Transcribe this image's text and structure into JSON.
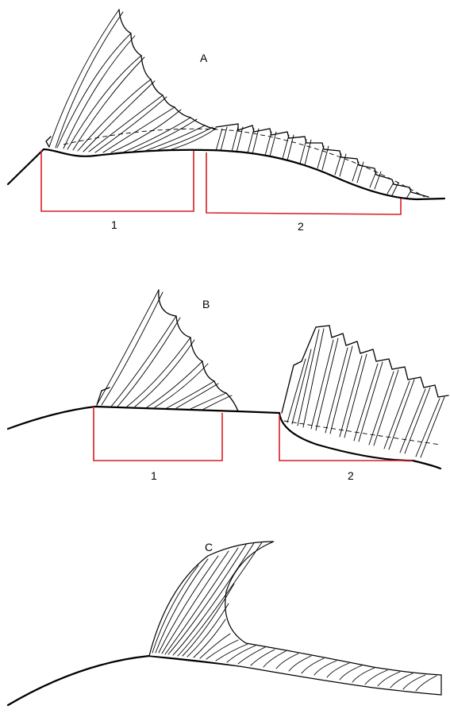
{
  "colors": {
    "bracket": "#d81c23",
    "ink": "#000000",
    "background": "#ffffff"
  },
  "panels": [
    {
      "id": "A",
      "label": "A",
      "brackets": [
        {
          "label": "1"
        },
        {
          "label": "2"
        }
      ]
    },
    {
      "id": "B",
      "label": "B",
      "brackets": [
        {
          "label": "1"
        },
        {
          "label": "2"
        }
      ]
    },
    {
      "id": "C",
      "label": "C"
    }
  ]
}
